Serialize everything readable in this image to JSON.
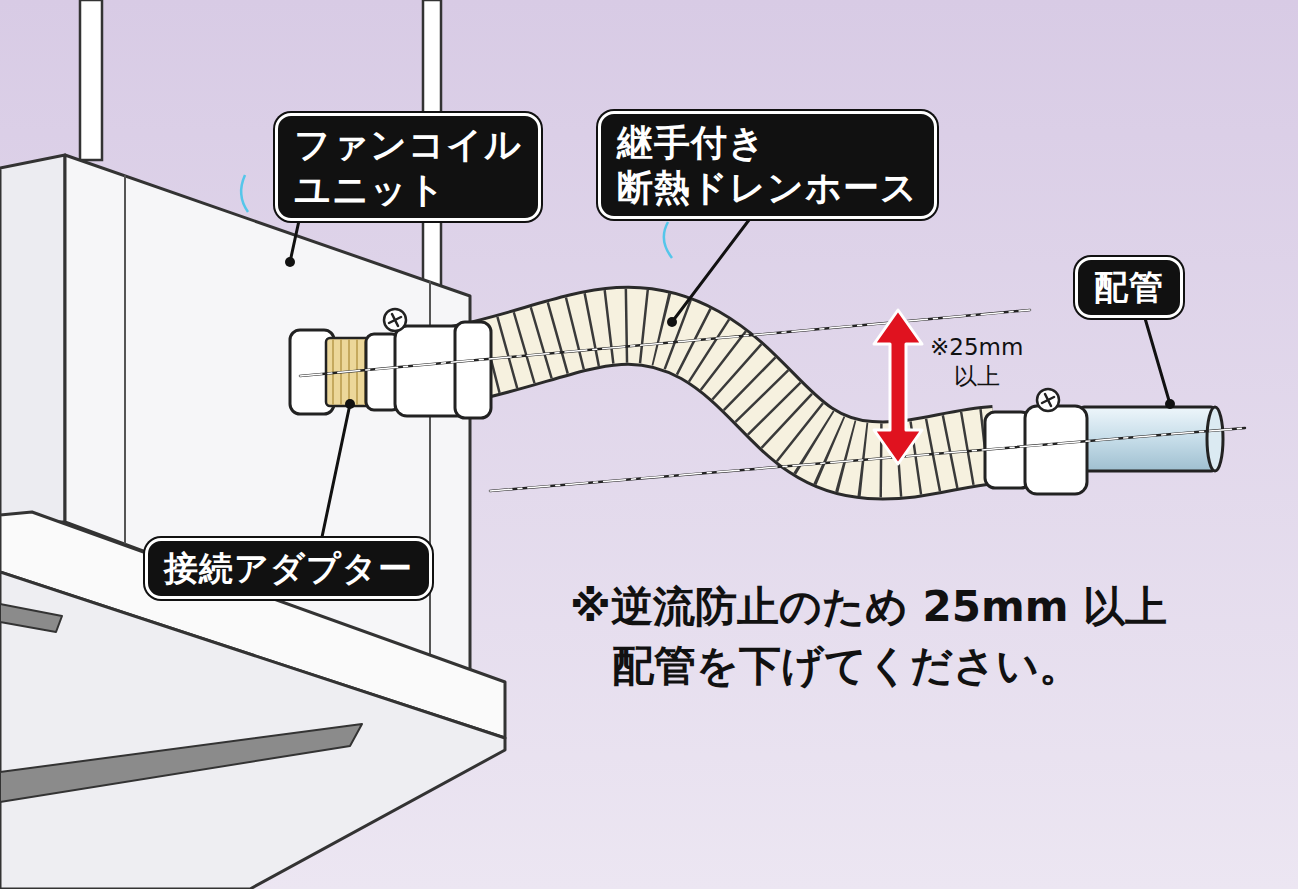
{
  "diagram": {
    "nodes": [
      {
        "text": [
          "ファンコイル ユニット"
        ]
      },
      {
        "text": [
          "継手付き 断熱ドレンホース"
        ]
      },
      {
        "text": [
          "配管"
        ]
      },
      {
        "text": [
          "接続アダプター"
        ]
      }
    ],
    "labels": [
      "※25mm 以上",
      "※逆流防止のため 25mm 以上 配管を下げてください。"
    ]
  }
}
